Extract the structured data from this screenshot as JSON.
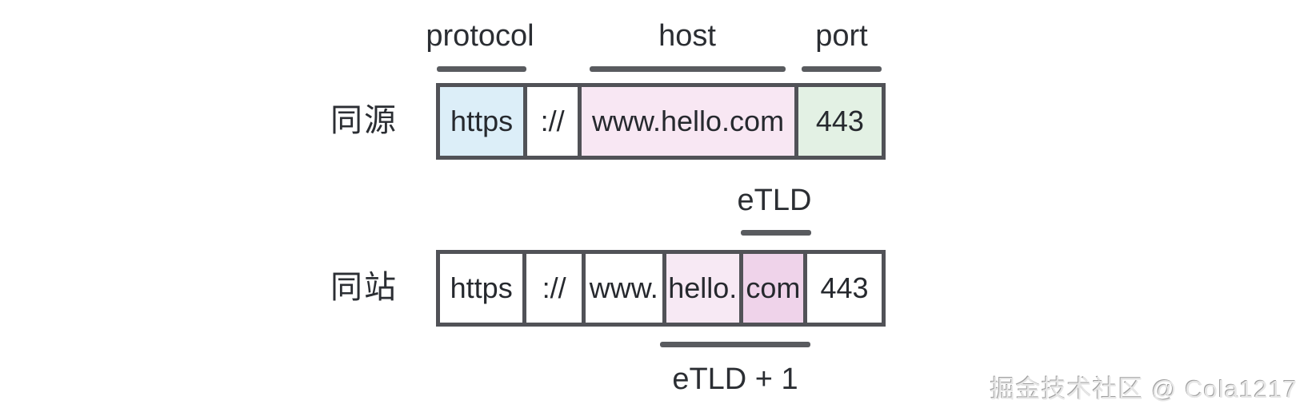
{
  "colors": {
    "border": "#515257",
    "underline": "#595b5f",
    "protocol_fill": "#dceef8",
    "host_fill": "#f8e7f3",
    "port_fill": "#e3f1e4",
    "plain_fill": "#ffffff",
    "domain_fill": "#f7e9f4",
    "etld_fill": "#efd3ea"
  },
  "row1": {
    "side_label": "同源",
    "annotations": [
      {
        "label": "protocol"
      },
      {
        "label": "host"
      },
      {
        "label": "port"
      }
    ],
    "segments": [
      {
        "text": "https",
        "fill": "#dceef8"
      },
      {
        "text": "://",
        "fill": "#ffffff"
      },
      {
        "text": "www.hello.com",
        "fill": "#f8e7f3"
      },
      {
        "text": "443",
        "fill": "#e3f1e4"
      }
    ]
  },
  "row2": {
    "side_label": "同站",
    "etld_label": "eTLD",
    "etld_plus_one_label": "eTLD + 1",
    "segments": [
      {
        "text": "https",
        "fill": "#ffffff"
      },
      {
        "text": "://",
        "fill": "#ffffff"
      },
      {
        "text": "www.",
        "fill": "#ffffff"
      },
      {
        "text": "hello.",
        "fill": "#f7e9f4"
      },
      {
        "text": "com",
        "fill": "#efd3ea"
      },
      {
        "text": "443",
        "fill": "#ffffff"
      }
    ]
  },
  "watermark": "掘金技术社区 @ Cola1217"
}
